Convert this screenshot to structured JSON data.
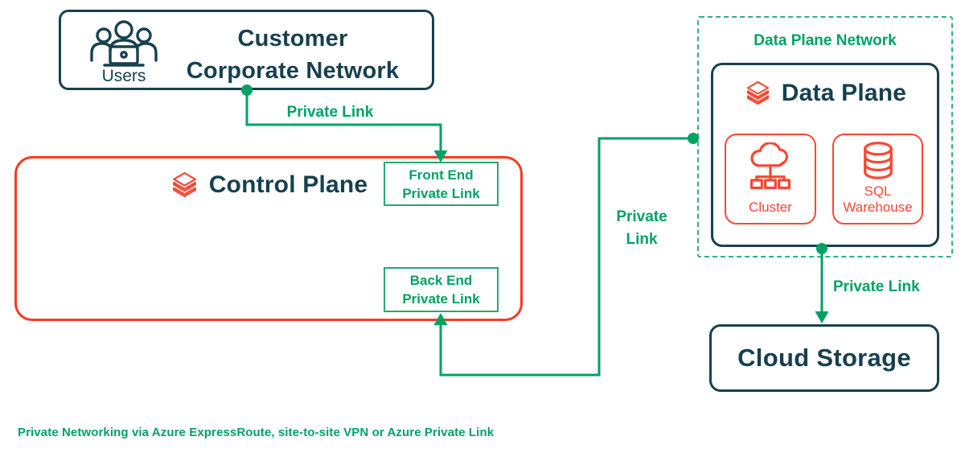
{
  "colors": {
    "navy": "#17404F",
    "green": "#00A264",
    "green_dashed": "#2FB27B",
    "red": "#FB4633",
    "red_border": "#FB3A24"
  },
  "customer_network": {
    "title": "Customer\nCorporate Network",
    "users_label": "Users"
  },
  "control_plane": {
    "title": "Control Plane",
    "front_end_box_label": "Front End\nPrivate Link",
    "back_end_box_label": "Back End\nPrivate Link"
  },
  "data_plane_network": {
    "title": "Data Plane Network",
    "data_plane": {
      "title": "Data Plane",
      "cluster_label": "Cluster",
      "sql_warehouse_label": "SQL\nWarehouse"
    }
  },
  "cloud_storage": {
    "title": "Cloud Storage"
  },
  "connector_labels": {
    "front_end": "Private Link",
    "back_end": "Private\nLink",
    "storage": "Private Link"
  },
  "caption": "Private Networking via Azure ExpressRoute, site-to-site VPN or Azure Private Link",
  "icons": {
    "users": "users-icon",
    "control_plane_logo": "databricks-logo-icon",
    "data_plane_logo": "databricks-logo-icon",
    "cluster": "cluster-icon",
    "sql_warehouse": "sql-warehouse-icon"
  }
}
